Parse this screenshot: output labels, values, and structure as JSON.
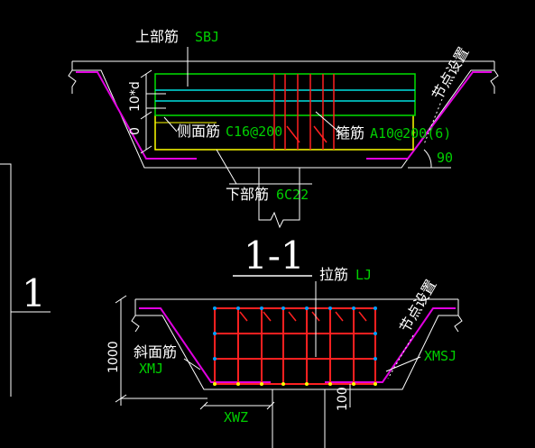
{
  "section_1": {
    "top_bar_cn": "上部筋",
    "top_bar_code": "SBJ",
    "side_bar_cn": "侧面筋",
    "side_bar_code": "C16@200",
    "stirrup_cn": "箍筋",
    "stirrup_code": "A10@200(6)",
    "bottom_bar_cn": "下部筋",
    "bottom_bar_code": "6C22",
    "node_setting": "节点设置",
    "dim_10d": "10*d",
    "dim_zero": "0",
    "angle": "90",
    "title": "1-1"
  },
  "section_2": {
    "tie_bar_cn": "拉筋",
    "tie_bar_code": "LJ",
    "node_setting": "节点设置",
    "slope_bar_cn": "斜面筋",
    "slope_bar_code": "XMJ",
    "slope_code_right": "XMSJ",
    "width_code": "XWZ",
    "height_dim": "1000",
    "right_dim": "100"
  },
  "left_marker": "1",
  "colors": {
    "background": "#000000",
    "outline": "#ffffff",
    "slab_rebar": "#e000e0",
    "rebar_green": "#00e000",
    "rebar_cyan": "#00e0e0",
    "rebar_red": "#ff2020",
    "rebar_yellow": "#ffff00",
    "node_blue": "#00a0ff"
  }
}
